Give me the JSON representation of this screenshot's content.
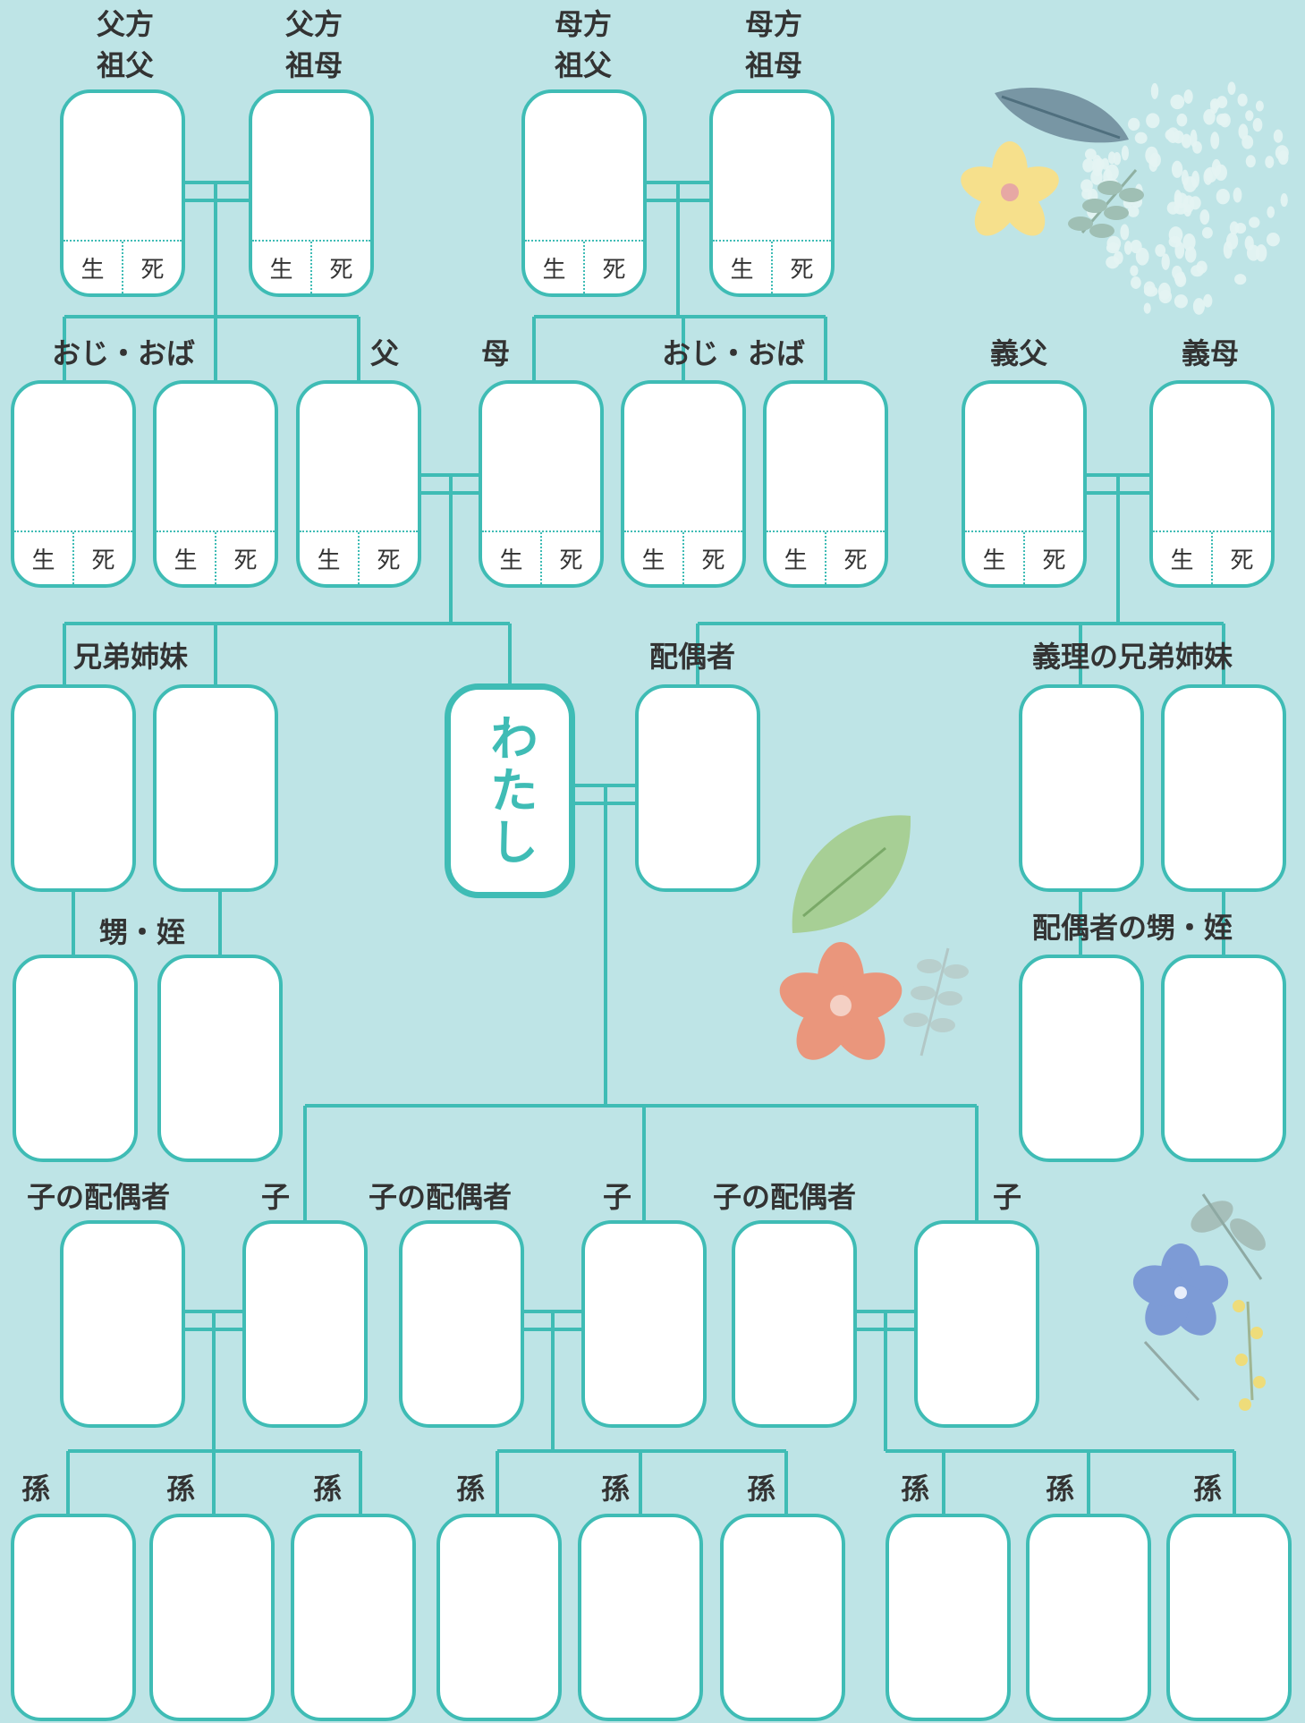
{
  "colors": {
    "background": "#bee4e6",
    "line": "#3fbcb5",
    "box": "#ffffff",
    "text": "#333333"
  },
  "labels": {
    "paternal_grandfather": "父方\n祖父",
    "paternal_grandmother": "父方\n祖母",
    "maternal_grandfather": "母方\n祖父",
    "maternal_grandmother": "母方\n祖母",
    "paternal_uncle_aunt": "おじ・おば",
    "father": "父",
    "mother": "母",
    "maternal_uncle_aunt": "おじ・おば",
    "father_in_law": "義父",
    "mother_in_law": "義母",
    "siblings": "兄弟姉妹",
    "spouse": "配偶者",
    "siblings_in_law": "義理の兄弟姉妹",
    "me": "わたし",
    "nephew_niece": "甥・姪",
    "spouse_nephew_niece": "配偶者の甥・姪",
    "child": "子",
    "child_spouse": "子の配偶者",
    "grandchild": "孫"
  },
  "life_fields": {
    "birth": "生",
    "death": "死"
  },
  "decor_icons": [
    "leaf-icon",
    "flower-icon",
    "branch-icon",
    "dots-pattern"
  ]
}
